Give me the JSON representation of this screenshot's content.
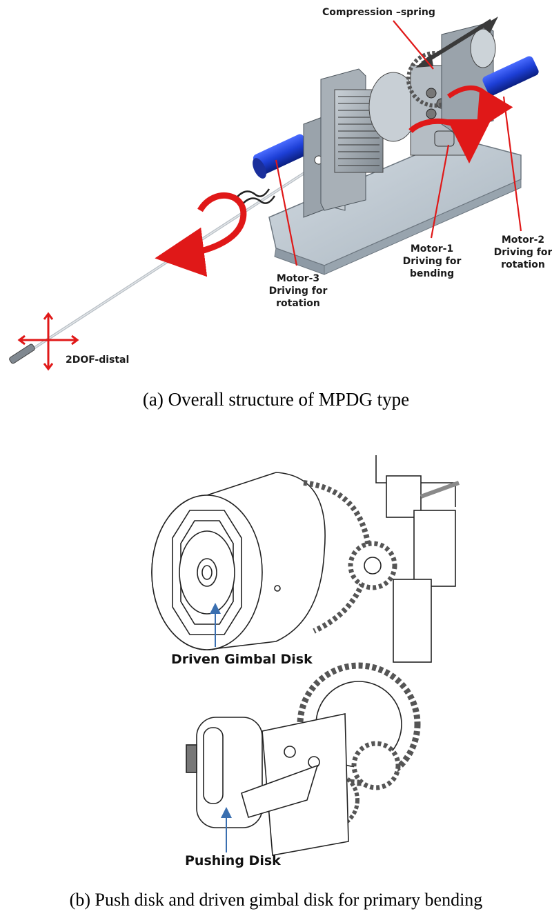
{
  "top_diagram": {
    "labels": {
      "compression_spring": "Compression –spring",
      "motor1_line1": "Motor-1",
      "motor1_line2": "Driving for",
      "motor1_line3": "bending",
      "motor2_line1": "Motor-2",
      "motor2_line2": "Driving for",
      "motor2_line3": "rotation",
      "motor3_line1": "Motor-3",
      "motor3_line2": "Driving for",
      "motor3_line3": "rotation",
      "distal": "2DOF-distal"
    },
    "caption": "(a) Overall structure of MPDG type"
  },
  "bottom_diagram": {
    "labels": {
      "driven_gimbal_disk": "Driven Gimbal Disk",
      "pushing_disk": "Pushing Disk"
    },
    "caption": "(b) Push disk and driven gimbal disk for primary bending"
  },
  "colors": {
    "motor_blue": "#1d3fd6",
    "arrow_red": "#e01818",
    "callout_blue": "#3a6fb0",
    "plate_blue_gray": "#b9c5cf",
    "metal_gray": "#9aa3ab"
  }
}
